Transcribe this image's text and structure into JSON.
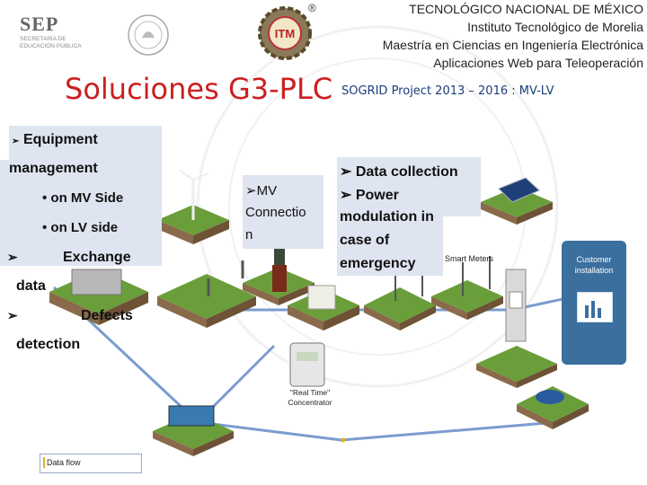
{
  "header": {
    "institution_line1": "TECNOLÓGICO NACIONAL DE MÉXICO",
    "institution_line2": "Instituto Tecnológico de Morelia",
    "institution_line3": "Maestría en Ciencias en Ingeniería Electrónica",
    "institution_line4": "Aplicaciones Web para Teleoperación",
    "sep_logo_text": "SEP",
    "sep_logo_sub1": "SECRETARÍA DE",
    "sep_logo_sub2": "EDUCACIÓN PÚBLICA",
    "itm_logo_text": "ITM",
    "registered_mark": "®"
  },
  "title": "Soluciones G3-PLC",
  "subtitle": "SOGRID Project  2013 – 2016 : MV-LV",
  "left_panel": {
    "bullet": "➢",
    "item1": "Equipment",
    "item1_cont": "management",
    "sub1": "• on MV Side",
    "sub2": "• on LV side",
    "item2": "Exchange",
    "item2_cont": "data",
    "item3": "Defects",
    "item3_cont": "detection"
  },
  "mid_panel": {
    "line1": "➢MV",
    "line2": "Connectio",
    "line3": "n"
  },
  "right_panel": {
    "line1": "➢ Data collection",
    "line2": "➢ Power",
    "line3": "modulation in",
    "line4": "case of",
    "line5": "emergency"
  },
  "diagram_labels": {
    "smart_meters": "Smart Meters",
    "customer_line1": "Customer",
    "customer_line2": "installation",
    "concentrator_line1": "\"Real Time\"",
    "concentrator_line2": "Concentrator",
    "legend": "Data flow"
  },
  "colors": {
    "title_red": "#cc1f1f",
    "subtitle_blue": "#1b3d7a",
    "panel_bg": "#dfe4f1",
    "data_flow_line": "#7a9ccf",
    "customer_box": "#3a6f9e",
    "grass": "#6a9e3a",
    "soil": "#8a6a4a"
  }
}
